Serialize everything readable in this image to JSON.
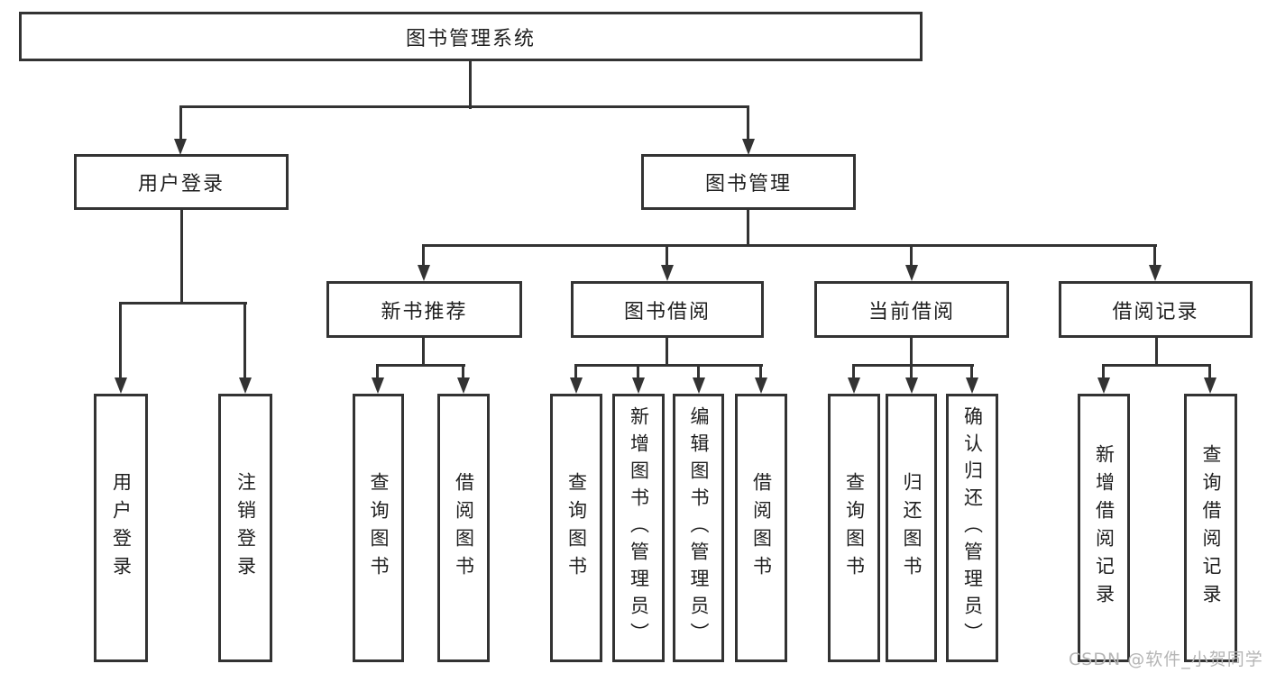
{
  "colors": {
    "line": "#333333",
    "box_border": "#333333",
    "box_background": "#ffffff",
    "text": "#1f1f1f",
    "watermark": "#b5b5b5"
  },
  "tree": {
    "root": {
      "label": "图书管理系统"
    },
    "level2": [
      {
        "label": "用户登录",
        "leaves": [
          {
            "label": "用户登录"
          },
          {
            "label": "注销登录"
          }
        ]
      },
      {
        "label": "图书管理",
        "groups": [
          {
            "label": "新书推荐",
            "leaves": [
              {
                "label": "查询图书"
              },
              {
                "label": "借阅图书"
              }
            ]
          },
          {
            "label": "图书借阅",
            "leaves": [
              {
                "label": "查询图书"
              },
              {
                "label": "新增图书（管理员）"
              },
              {
                "label": "编辑图书（管理员）"
              },
              {
                "label": "借阅图书"
              }
            ]
          },
          {
            "label": "当前借阅",
            "leaves": [
              {
                "label": "查询图书"
              },
              {
                "label": "归还图书"
              },
              {
                "label": "确认归还（管理员）"
              }
            ]
          },
          {
            "label": "借阅记录",
            "leaves": [
              {
                "label": "新增借阅记录"
              },
              {
                "label": "查询借阅记录"
              }
            ]
          }
        ]
      }
    ]
  },
  "watermark": {
    "text": "CSDN @软件_小贺同学"
  }
}
